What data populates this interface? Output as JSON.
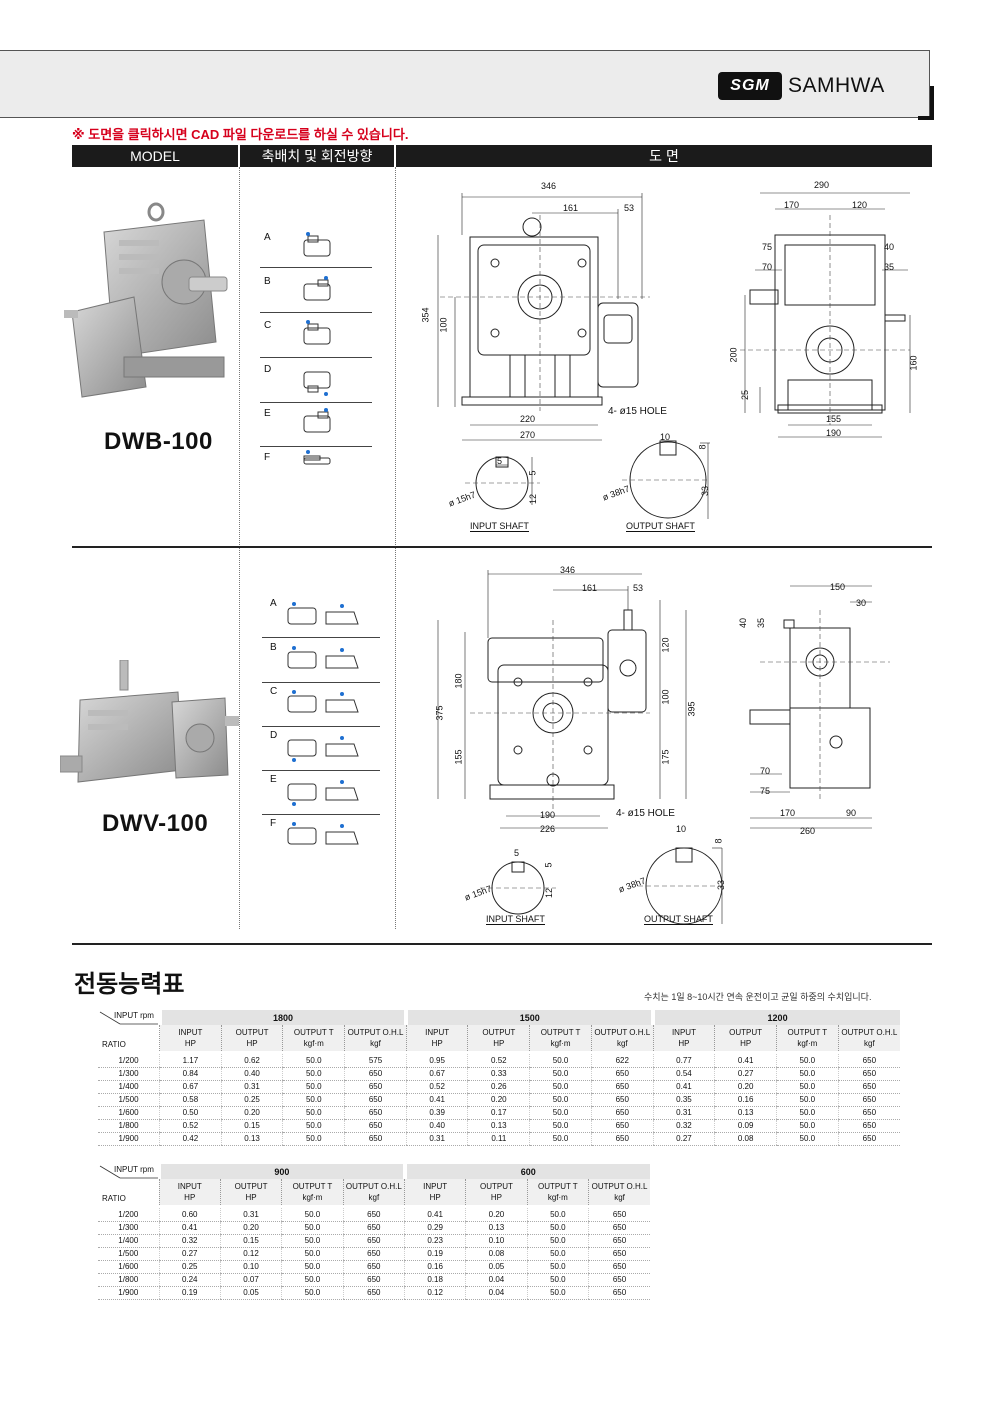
{
  "brand": {
    "mark": "SGM",
    "name": "SAMHWA"
  },
  "notice": "※ 도면을 클릭하시면 CAD 파일 다운로드를 하실 수 있습니다.",
  "columns": {
    "model": "MODEL",
    "shaft": "축배치 및 회전방향",
    "drawing": "도                   면"
  },
  "models": [
    {
      "name": "DWB-100",
      "options": [
        "A",
        "B",
        "C",
        "D",
        "E",
        "F"
      ],
      "dims": [
        "346",
        "161",
        "53",
        "354",
        "100",
        "220",
        "270",
        "4- ø15 HOLE",
        "290",
        "170",
        "120",
        "75",
        "70",
        "40",
        "35",
        "200",
        "25",
        "160",
        "155",
        "190",
        "10",
        "8",
        "5",
        "5",
        "12",
        "33",
        "ø 15h7",
        "ø 38h7"
      ],
      "input_shaft": "INPUT SHAFT",
      "output_shaft": "OUTPUT SHAFT"
    },
    {
      "name": "DWV-100",
      "options": [
        "A",
        "B",
        "C",
        "D",
        "E",
        "F"
      ],
      "dims": [
        "346",
        "161",
        "53",
        "120",
        "180",
        "375",
        "155",
        "100",
        "395",
        "175",
        "190",
        "226",
        "4- ø15 HOLE",
        "150",
        "30",
        "40",
        "35",
        "70",
        "75",
        "170",
        "90",
        "260",
        "10",
        "8",
        "5",
        "5",
        "12",
        "33",
        "ø 15h7",
        "ø 38h7"
      ],
      "input_shaft": "INPUT SHAFT",
      "output_shaft": "OUTPUT SHAFT"
    }
  ],
  "performance": {
    "title": "전동능력표",
    "note": "수치는 1일 8~10시간 연속 운전이고 균일 하중의 수치입니다.",
    "corner_top": "INPUT rpm",
    "corner_bottom": "RATIO",
    "sub_headers": [
      {
        "l1": "INPUT",
        "l2": "HP"
      },
      {
        "l1": "OUTPUT",
        "l2": "HP"
      },
      {
        "l1": "OUTPUT T",
        "l2": "kgf·m"
      },
      {
        "l1": "OUTPUT O.H.L",
        "l2": "kgf"
      }
    ],
    "ratios": [
      "1/200",
      "1/300",
      "1/400",
      "1/500",
      "1/600",
      "1/800",
      "1/900"
    ],
    "table1": {
      "rpms": [
        "1800",
        "1500",
        "1200"
      ],
      "rows": [
        [
          "1.17",
          "0.62",
          "50.0",
          "575",
          "0.95",
          "0.52",
          "50.0",
          "622",
          "0.77",
          "0.41",
          "50.0",
          "650"
        ],
        [
          "0.84",
          "0.40",
          "50.0",
          "650",
          "0.67",
          "0.33",
          "50.0",
          "650",
          "0.54",
          "0.27",
          "50.0",
          "650"
        ],
        [
          "0.67",
          "0.31",
          "50.0",
          "650",
          "0.52",
          "0.26",
          "50.0",
          "650",
          "0.41",
          "0.20",
          "50.0",
          "650"
        ],
        [
          "0.58",
          "0.25",
          "50.0",
          "650",
          "0.41",
          "0.20",
          "50.0",
          "650",
          "0.35",
          "0.16",
          "50.0",
          "650"
        ],
        [
          "0.50",
          "0.20",
          "50.0",
          "650",
          "0.39",
          "0.17",
          "50.0",
          "650",
          "0.31",
          "0.13",
          "50.0",
          "650"
        ],
        [
          "0.52",
          "0.15",
          "50.0",
          "650",
          "0.40",
          "0.13",
          "50.0",
          "650",
          "0.32",
          "0.09",
          "50.0",
          "650"
        ],
        [
          "0.42",
          "0.13",
          "50.0",
          "650",
          "0.31",
          "0.11",
          "50.0",
          "650",
          "0.27",
          "0.08",
          "50.0",
          "650"
        ]
      ]
    },
    "table2": {
      "rpms": [
        "900",
        "600"
      ],
      "rows": [
        [
          "0.60",
          "0.31",
          "50.0",
          "650",
          "0.41",
          "0.20",
          "50.0",
          "650"
        ],
        [
          "0.41",
          "0.20",
          "50.0",
          "650",
          "0.29",
          "0.13",
          "50.0",
          "650"
        ],
        [
          "0.32",
          "0.15",
          "50.0",
          "650",
          "0.23",
          "0.10",
          "50.0",
          "650"
        ],
        [
          "0.27",
          "0.12",
          "50.0",
          "650",
          "0.19",
          "0.08",
          "50.0",
          "650"
        ],
        [
          "0.25",
          "0.10",
          "50.0",
          "650",
          "0.16",
          "0.05",
          "50.0",
          "650"
        ],
        [
          "0.24",
          "0.07",
          "50.0",
          "650",
          "0.18",
          "0.04",
          "50.0",
          "650"
        ],
        [
          "0.19",
          "0.05",
          "50.0",
          "650",
          "0.12",
          "0.04",
          "50.0",
          "650"
        ]
      ]
    }
  }
}
